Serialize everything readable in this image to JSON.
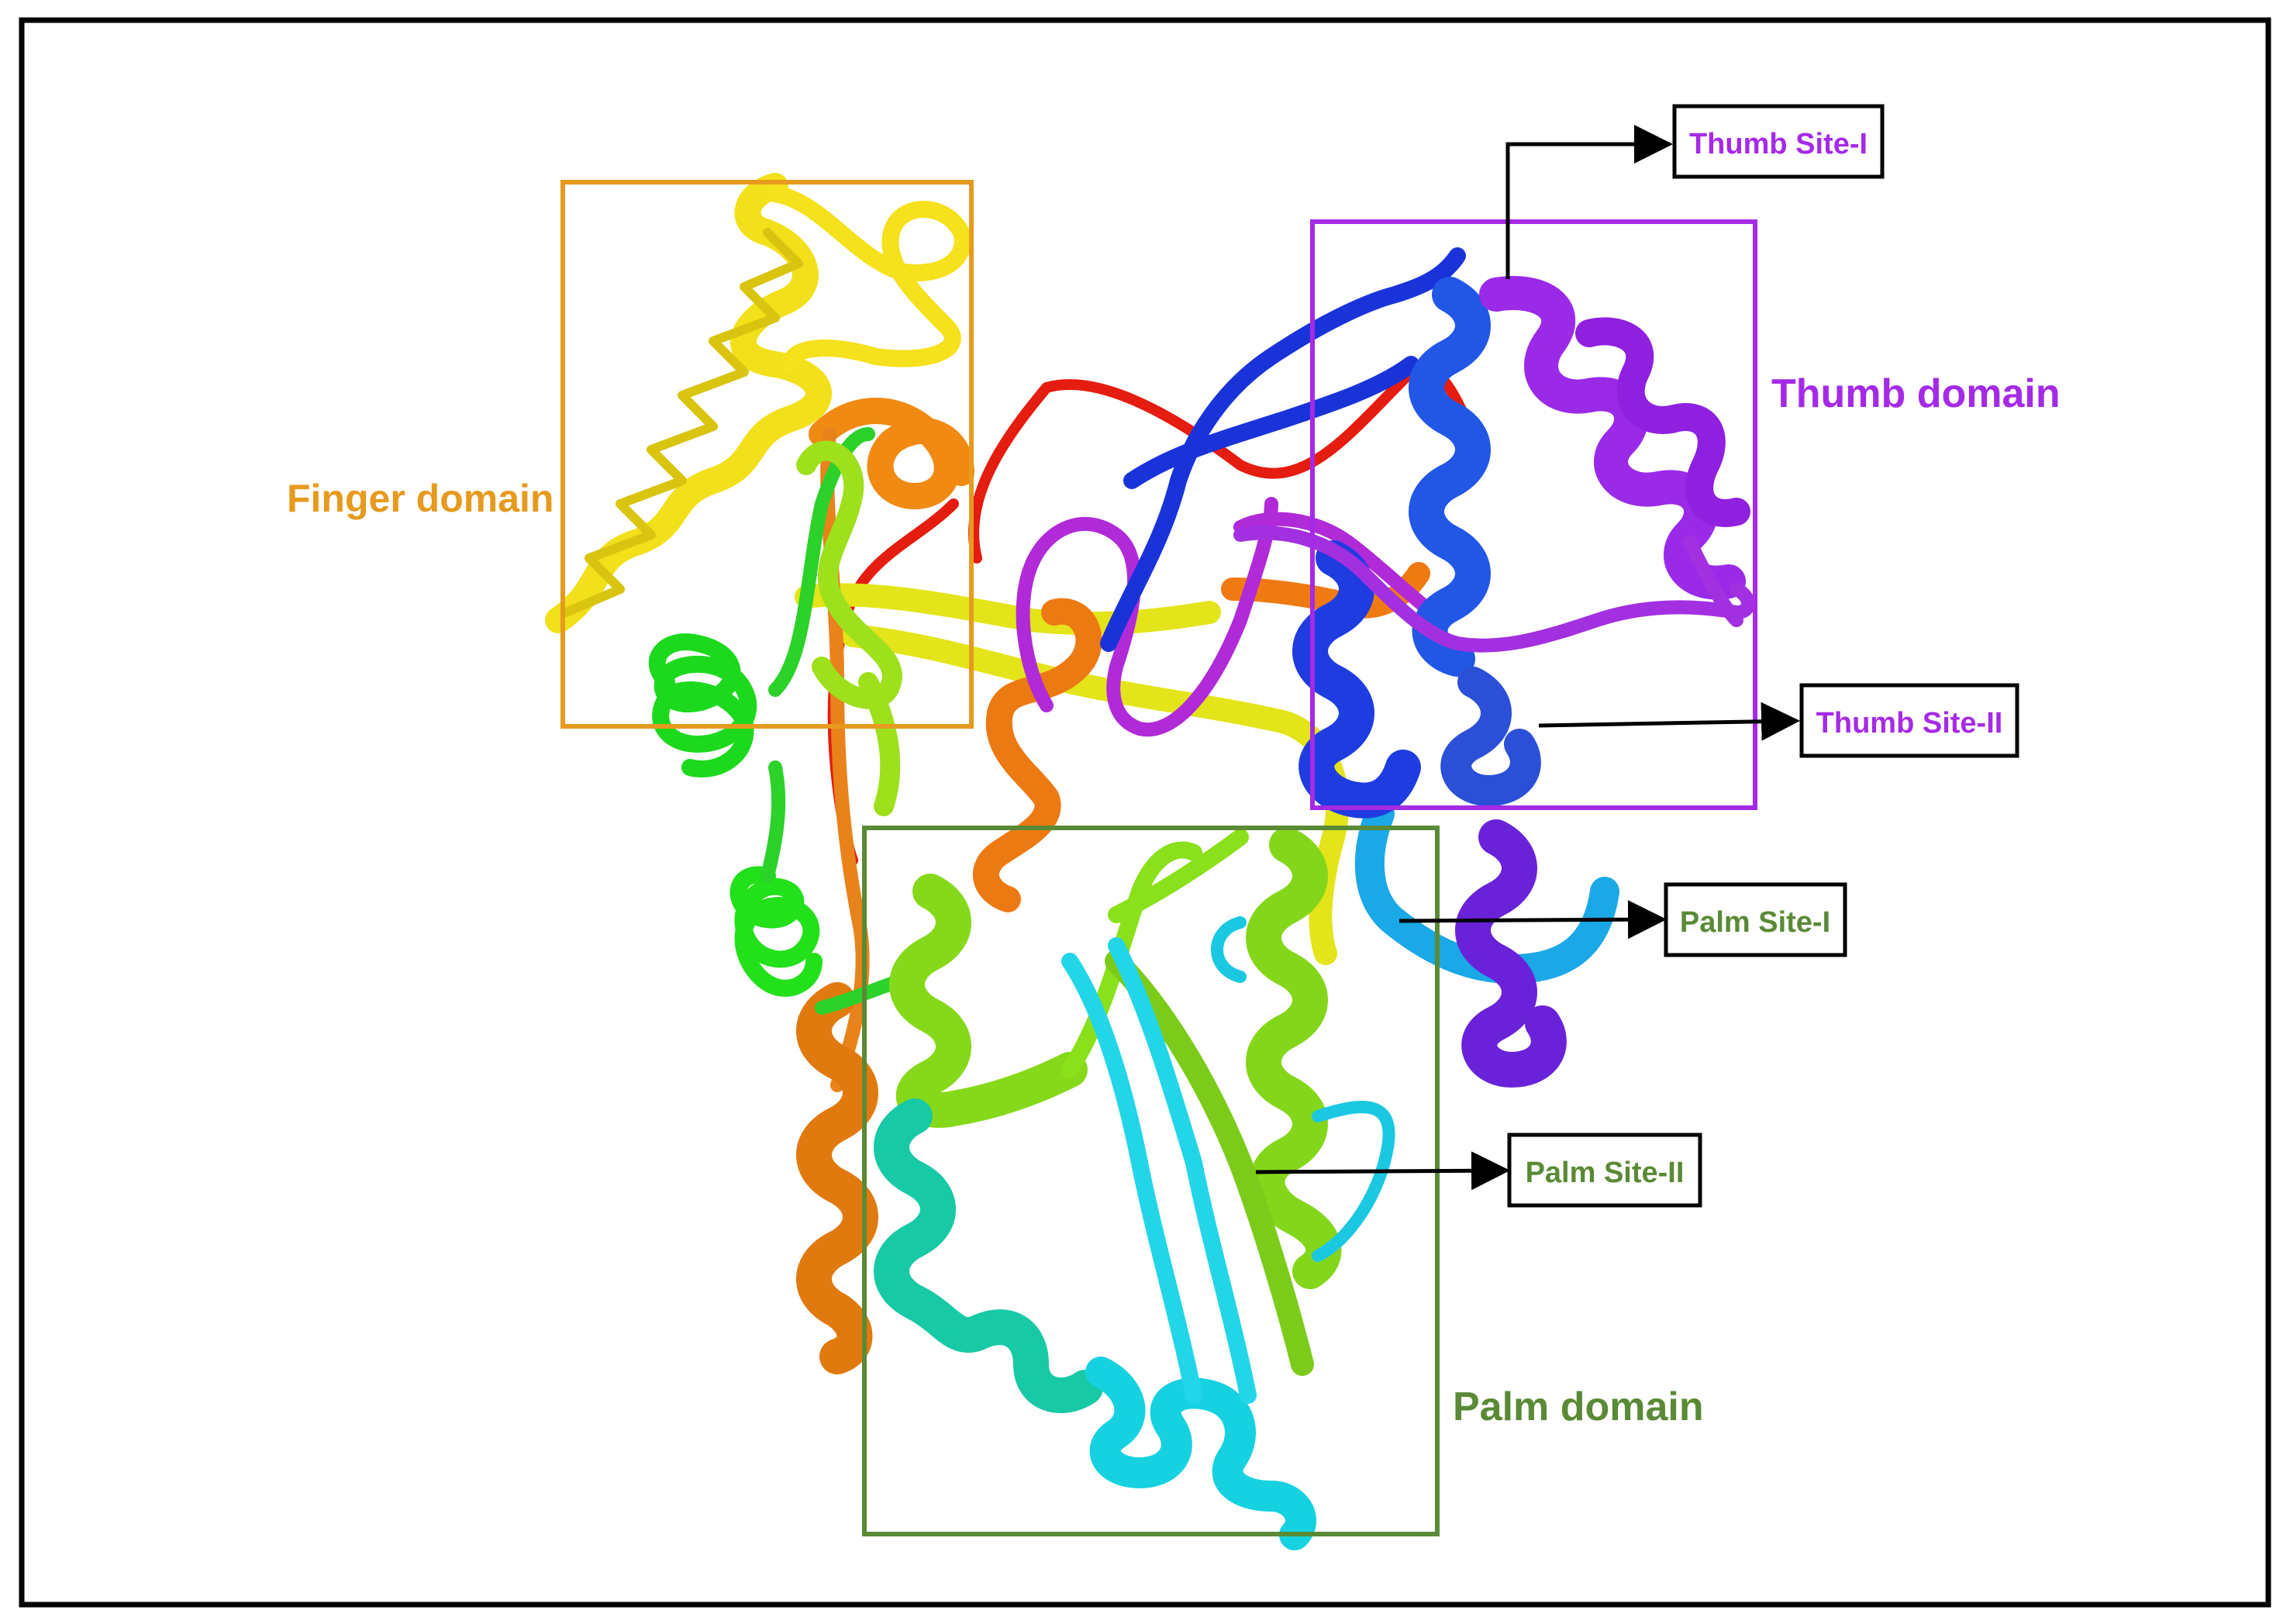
{
  "colors": {
    "finger": "#E69A1E",
    "thumb": "#A52AE6",
    "palm": "#5A8A35",
    "frame": "#000000"
  },
  "domains": {
    "finger": {
      "label": "Finger domain"
    },
    "thumb": {
      "label": "Thumb domain"
    },
    "palm": {
      "label": "Palm domain"
    }
  },
  "sites": {
    "thumb_site_1": {
      "label": "Thumb Site-I"
    },
    "thumb_site_2": {
      "label": "Thumb Site-II"
    },
    "palm_site_1": {
      "label": "Palm Site-I"
    },
    "palm_site_2": {
      "label": "Palm Site-II"
    }
  }
}
